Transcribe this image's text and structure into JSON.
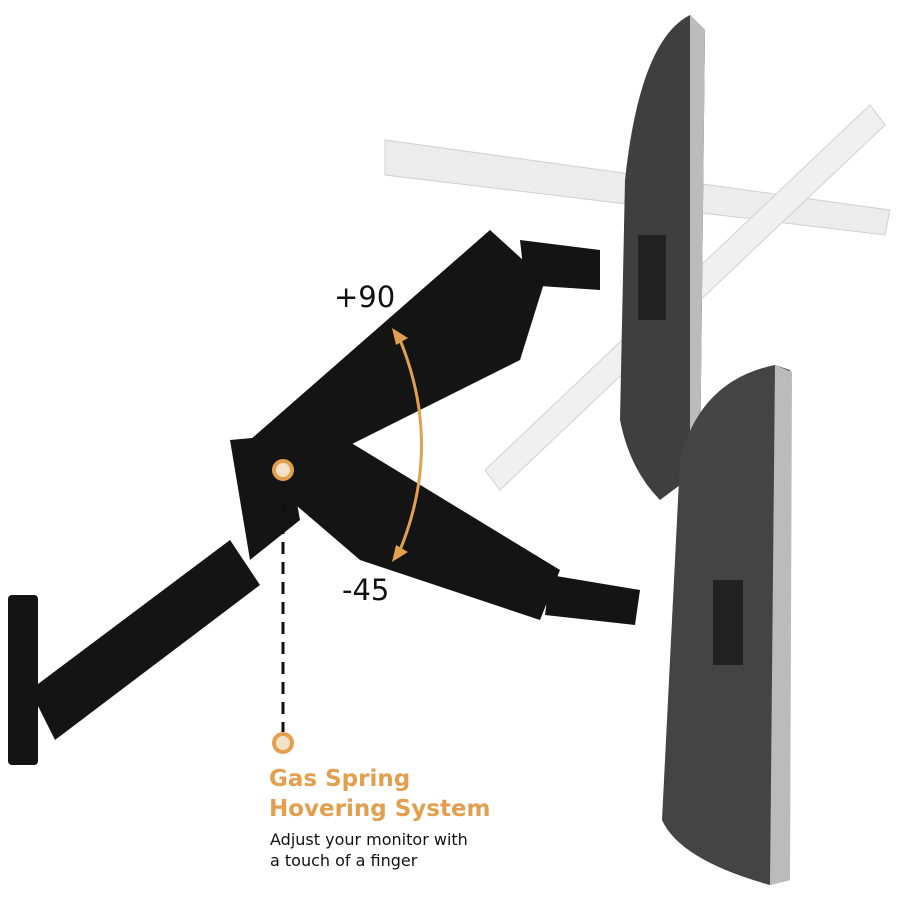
{
  "angles": {
    "up": "+90",
    "down": "-45"
  },
  "feature": {
    "title_line1": "Gas Spring",
    "title_line2": "Hovering System",
    "desc_line1": "Adjust your monitor with",
    "desc_line2": "a touch of a finger"
  },
  "colors": {
    "accent": "#e2a04e",
    "arm": "#141414",
    "monitor": "#4a4a4a"
  }
}
